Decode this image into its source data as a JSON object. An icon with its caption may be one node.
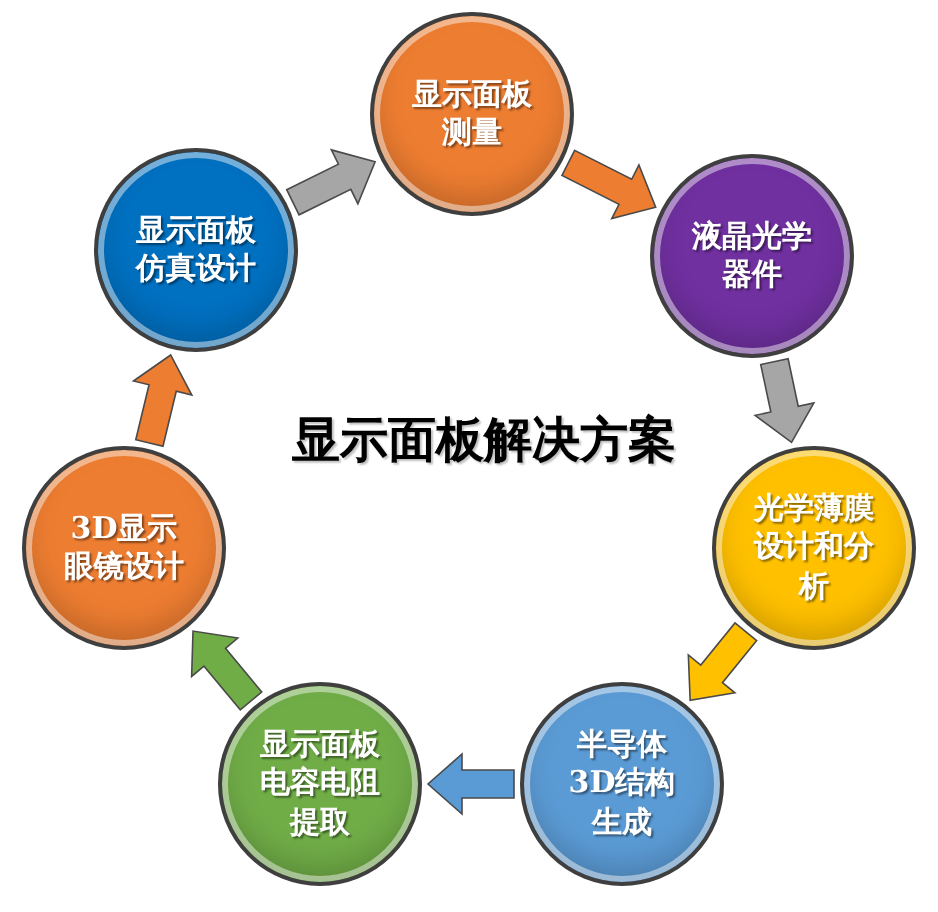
{
  "diagram": {
    "title": "显示面板解决方案",
    "nodes": [
      {
        "text": [
          "显示面板测量"
        ]
      },
      {
        "text": [
          "液晶光学器件"
        ]
      },
      {
        "text": [
          "光学薄膜设计和分析"
        ]
      },
      {
        "text": [
          "半导体3D结构生成"
        ]
      },
      {
        "text": [
          "显示面板电容电阻提取"
        ]
      },
      {
        "text": [
          "3D显示眼镜设计"
        ]
      },
      {
        "text": [
          "显示面板仿真设计"
        ]
      }
    ],
    "edges": [
      {
        "from": 6,
        "to": 0,
        "arrow": "to",
        "style": "thick",
        "color": "#a6a6a6"
      },
      {
        "from": 0,
        "to": 1,
        "arrow": "to",
        "style": "thick",
        "color": "#ed7d31"
      },
      {
        "from": 1,
        "to": 2,
        "arrow": "to",
        "style": "thick",
        "color": "#a6a6a6"
      },
      {
        "from": 2,
        "to": 3,
        "arrow": "to",
        "style": "thick",
        "color": "#ffc000"
      },
      {
        "from": 3,
        "to": 4,
        "arrow": "to",
        "style": "thick",
        "color": "#5b9bd5"
      },
      {
        "from": 4,
        "to": 5,
        "arrow": "to",
        "style": "thick",
        "color": "#70ad47"
      },
      {
        "from": 5,
        "to": 6,
        "arrow": "to",
        "style": "thick",
        "color": "#ed7d31"
      }
    ]
  }
}
